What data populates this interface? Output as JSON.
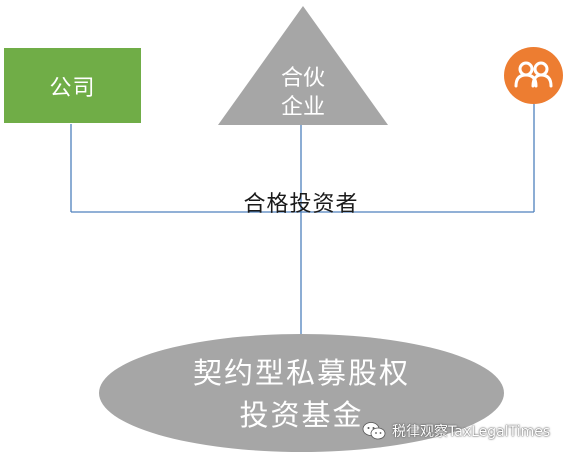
{
  "colors": {
    "company": "#70ad47",
    "partnership": "#a6a6a6",
    "individual": "#ed7d31",
    "fund": "#a6a6a6",
    "connector": "#4f81bd"
  },
  "nodes": {
    "company": {
      "label": "公司"
    },
    "partnership": {
      "line1": "合伙",
      "line2": "企业"
    },
    "individual": {
      "icon": "people-icon"
    },
    "investor": {
      "label": "合格投资者"
    },
    "fund": {
      "line1": "契约型私募股权",
      "line2": "投资基金"
    }
  },
  "watermark": {
    "icon": "wechat-icon",
    "text": "税律观察TaxLegalTimes"
  }
}
